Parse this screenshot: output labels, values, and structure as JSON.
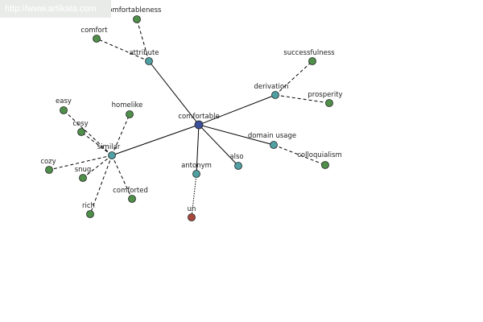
{
  "header": {
    "site_url": "http://www.artikata.com"
  },
  "graph": {
    "colors": {
      "center": "#3a4e9a",
      "relation": "#4f9fa3",
      "word": "#4f8f4a",
      "antonym_word": "#a8473b"
    },
    "nodes": [
      {
        "id": "comfortable",
        "label": "comfortable",
        "kind": "center"
      },
      {
        "id": "attribute",
        "label": "attribute",
        "kind": "relation"
      },
      {
        "id": "derivation",
        "label": "derivation",
        "kind": "relation"
      },
      {
        "id": "similar",
        "label": "similar",
        "kind": "relation"
      },
      {
        "id": "domain_usage",
        "label": "domain usage",
        "kind": "relation"
      },
      {
        "id": "antonym",
        "label": "antonym",
        "kind": "relation"
      },
      {
        "id": "also",
        "label": "also",
        "kind": "relation"
      },
      {
        "id": "comfortableness",
        "label": "comfortableness",
        "kind": "word"
      },
      {
        "id": "comfort",
        "label": "comfort",
        "kind": "word"
      },
      {
        "id": "successfulness",
        "label": "successfulness",
        "kind": "word"
      },
      {
        "id": "prosperity",
        "label": "prosperity",
        "kind": "word"
      },
      {
        "id": "easy",
        "label": "easy",
        "kind": "word"
      },
      {
        "id": "homelike",
        "label": "homelike",
        "kind": "word"
      },
      {
        "id": "cosy",
        "label": "cosy",
        "kind": "word"
      },
      {
        "id": "cozy",
        "label": "cozy",
        "kind": "word"
      },
      {
        "id": "snug",
        "label": "snug",
        "kind": "word"
      },
      {
        "id": "comforted",
        "label": "comforted",
        "kind": "word"
      },
      {
        "id": "rich",
        "label": "rich",
        "kind": "word"
      },
      {
        "id": "colloquialism",
        "label": "colloquialism",
        "kind": "word"
      },
      {
        "id": "un",
        "label": "un",
        "kind": "antonym_word"
      }
    ],
    "edges": [
      {
        "from": "comfortable",
        "to": "attribute",
        "style": "solid"
      },
      {
        "from": "comfortable",
        "to": "derivation",
        "style": "solid"
      },
      {
        "from": "comfortable",
        "to": "similar",
        "style": "solid"
      },
      {
        "from": "comfortable",
        "to": "domain_usage",
        "style": "solid"
      },
      {
        "from": "comfortable",
        "to": "antonym",
        "style": "solid"
      },
      {
        "from": "comfortable",
        "to": "also",
        "style": "solid"
      },
      {
        "from": "attribute",
        "to": "comfortableness",
        "style": "dashed"
      },
      {
        "from": "attribute",
        "to": "comfort",
        "style": "dashed"
      },
      {
        "from": "derivation",
        "to": "successfulness",
        "style": "dashed"
      },
      {
        "from": "derivation",
        "to": "prosperity",
        "style": "dashed"
      },
      {
        "from": "similar",
        "to": "easy",
        "style": "dashed"
      },
      {
        "from": "similar",
        "to": "homelike",
        "style": "dashed"
      },
      {
        "from": "similar",
        "to": "cosy",
        "style": "dashed"
      },
      {
        "from": "similar",
        "to": "cozy",
        "style": "dashed"
      },
      {
        "from": "similar",
        "to": "snug",
        "style": "dashed"
      },
      {
        "from": "similar",
        "to": "comforted",
        "style": "dashed"
      },
      {
        "from": "similar",
        "to": "rich",
        "style": "dashed"
      },
      {
        "from": "domain_usage",
        "to": "colloquialism",
        "style": "dashed"
      },
      {
        "from": "antonym",
        "to": "un",
        "style": "dotted"
      }
    ]
  }
}
